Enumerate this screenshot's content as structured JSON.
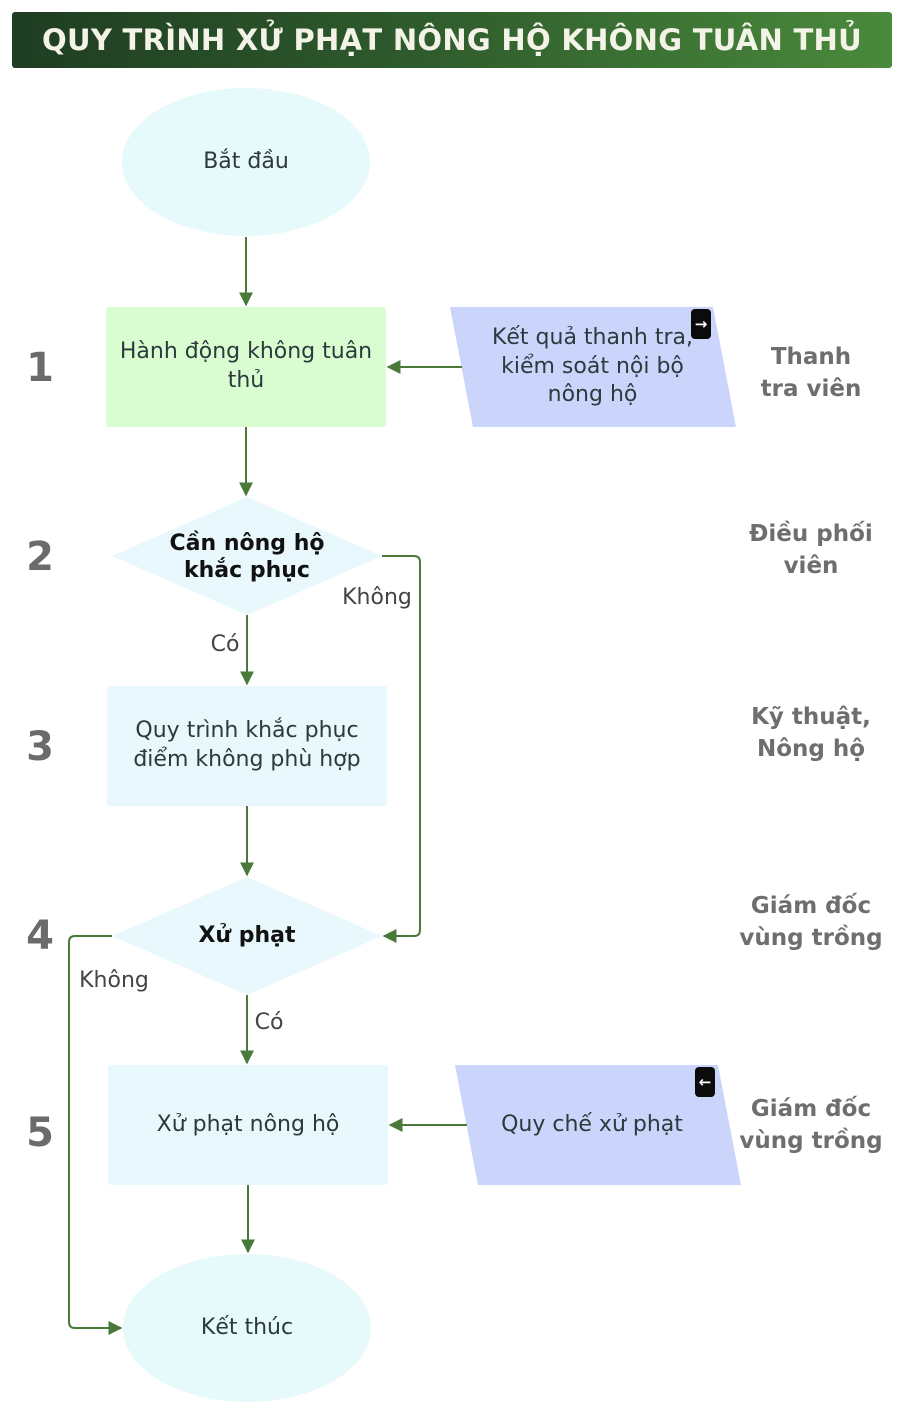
{
  "title": "QUY TRÌNH XỬ PHẠT NÔNG HỘ KHÔNG TUÂN THỦ",
  "nodes": {
    "start": "Bắt đầu",
    "action": "Hành động không tuân thủ",
    "inspection": "Kết quả thanh tra, kiểm soát nội bộ nông hộ",
    "need_fix": "Cần nông hộ khắc phục",
    "fix_process": "Quy trình khắc phục điểm không phù hợp",
    "penalize_decision": "Xử phạt",
    "penalize_farmer": "Xử phạt nông hộ",
    "regulation": "Quy chế xử phạt",
    "end": "Kết thúc"
  },
  "steps": [
    "1",
    "2",
    "3",
    "4",
    "5"
  ],
  "roles": [
    "Thanh tra viên",
    "Điều phối viên",
    "Kỹ thuật, Nông hộ",
    "Giám đốc vùng trồng",
    "Giám đốc vùng trồng"
  ],
  "edge_labels": {
    "yes_1": "Có",
    "no_1": "Không",
    "yes_2": "Có",
    "no_2": "Không"
  },
  "colors": {
    "header_start": "#1f3d22",
    "header_end": "#4a8a3c",
    "terminal": "#e6f9fb",
    "action": "#d9fcd0",
    "process": "#e8f8fc",
    "data": "#cbd4fb",
    "arrow": "#4a7a3a"
  },
  "icons": {
    "inspection": "enter-arrow-icon",
    "regulation": "left-arrow-icon"
  }
}
